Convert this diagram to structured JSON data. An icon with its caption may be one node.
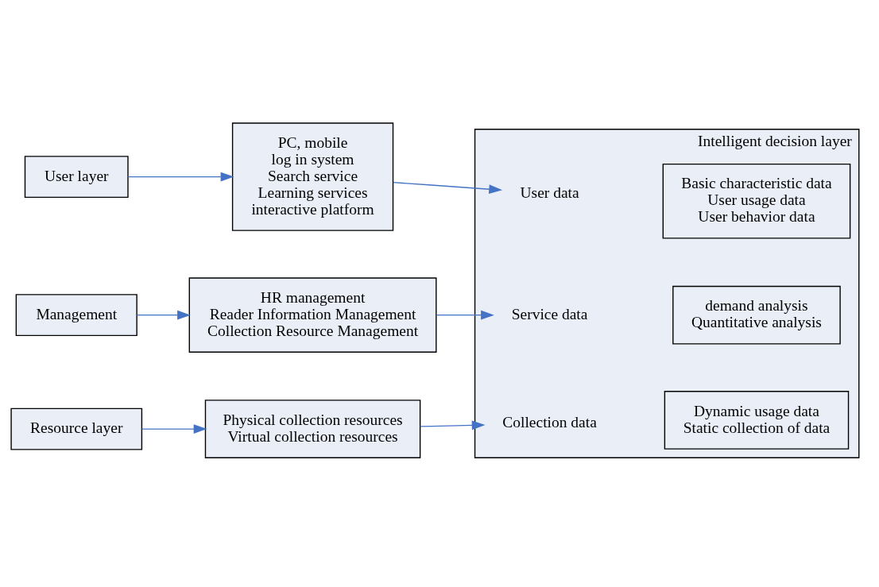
{
  "diagram": {
    "nodes": [
      {
        "text": [
          "User layer"
        ]
      },
      {
        "text": [
          "PC, mobile",
          "log in system",
          "Search service",
          "Learning services",
          "interactive platform"
        ]
      },
      {
        "text": [
          "Management"
        ]
      },
      {
        "text": [
          "HR management",
          "Reader Information Management",
          "Collection Resource Management"
        ]
      },
      {
        "text": [
          "Resource layer"
        ]
      },
      {
        "text": [
          "Physical collection resources",
          "Virtual collection resources"
        ]
      },
      {
        "text": [
          "Intelligent decision layer"
        ]
      },
      {
        "text": [
          "User data"
        ],
        "in": 6
      },
      {
        "text": [
          "Basic characteristic data",
          "User usage data",
          "User behavior data"
        ],
        "in": 6
      },
      {
        "text": [
          "Service data"
        ],
        "in": 6
      },
      {
        "text": [
          "demand analysis",
          "Quantitative analysis"
        ],
        "in": 6
      },
      {
        "text": [
          "Collection data"
        ],
        "in": 6
      },
      {
        "text": [
          "Dynamic usage data",
          "Static collection of data"
        ],
        "in": 6
      }
    ],
    "edges": [
      {
        "from": 0,
        "to": 1,
        "arrow": "to"
      },
      {
        "from": 1,
        "to": 7,
        "arrow": "to"
      },
      {
        "from": 2,
        "to": 3,
        "arrow": "to"
      },
      {
        "from": 3,
        "to": 9,
        "arrow": "to"
      },
      {
        "from": 4,
        "to": 5,
        "arrow": "to"
      },
      {
        "from": 5,
        "to": 11,
        "arrow": "to"
      }
    ]
  }
}
